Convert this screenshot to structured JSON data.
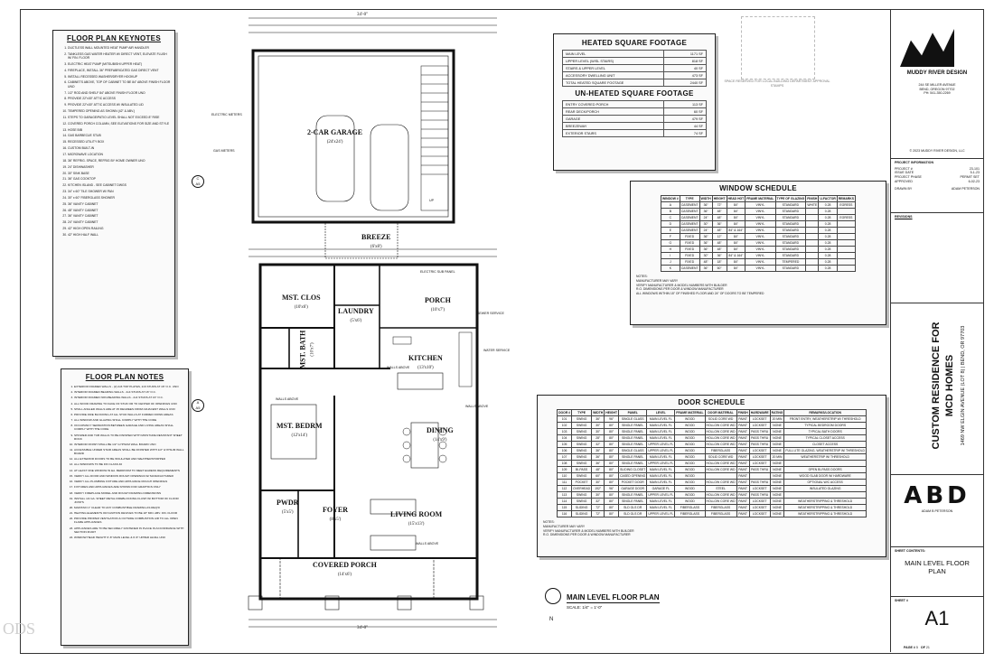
{
  "keynotes": {
    "title": "FLOOR PLAN KEYNOTES",
    "items": [
      "DUCTLESS WALL MOUNTED HEAT PUMP AIR HANDLER",
      "TANKLESS GAS WATER HEATER W/ DIRECT VENT, ELEVATE FLUSH W/ FIN. FLOOR",
      "ELECTRIC HEAT PUMP (MITSUBISHI UPPER HEAT)",
      "FIREPLACE, INSTALL 36\" PREFABRICATED GAS DIRECT VENT",
      "INSTALL RECESSED WASHER/DRYER HOOKUP",
      "CABINETS ABOVE, TOP OF CABINET TO BE 84\" ABOVE FINISH FLOOR UNO",
      "1/2\" ROD AND SHELF 84\" ABOVE FINISH FLOOR UNO",
      "PROVIDE 22\"x30\" ATTIC ACCESS",
      "PROVIDE 22\"x30\" ATTIC ACCESS W/ INSULATED LID",
      "TEMPERED OPENING AS SHOWN (42\" & ABV.)",
      "STEPS TO GARAGE/PATIO LEVEL SHALL NOT EXCEED 8\" RISE",
      "COVERED PORCH COLUMN, SEE ELEVATIONS FOR SIZE AND STYLE",
      "HOSE BIB",
      "GAS BARBECUE STUB",
      "RECESSED UTILITY BOX",
      "CUSTOM BUILT-IN",
      "MICROWAVE LOCATION",
      "36\" REFRIG. SPACE, REFRIG BY HOME OWNER UNO",
      "24\" DISHWASHER",
      "30\" SINK BASE",
      "36\" GAS COOKTOP",
      "KITCHEN ISLAND - SEE CABINET DWGS",
      "34\" x 60\" TILE SHOWER W/ PAN",
      "30\" x 60\" FIBERGLASS SHOWER",
      "36\" VANITY CABINET",
      "48\" VANITY CABINET",
      "36\" VANITY CABINET",
      "24\" VANITY CABINET",
      "42\" HIGH OPEN RAILING",
      "42\" HIGH HALF WALL"
    ]
  },
  "notes": {
    "title": "FLOOR PLAN NOTES",
    "items": [
      "EXTERIOR FRAMED WALLS - (2) 2x6 TOP PLATES, 2x6 STUDS AT 16\" O.C. UNO",
      "INTERIOR FRAMED BEARING WALLS - 2x4 STUDS AT 16\" O.C.",
      "INTERIOR FRAMED NON-BEARING WALLS - 2x4 STUDS AT 16\" O.C.",
      "ALL WOOD FRAMING TO FACE OF STUD OR TO CENTER OF OPENINGS UNO",
      "SHALL ANGLED WALLS ARE AT 45 DEGREES FROM ADJACENT WALLS UNO",
      "PROVIDE FIRE BLOCKING AT ALL STUD WALLS AT FURRED DOWN AREAS",
      "ALL WINDOW AND GLAZING SHALL COMPLY WITH THE CODE",
      "OCCUPANCY SEPARATION BETWEEN GARAGE AND LIVING AREAS SHALL COMPLY WITH THE CODE",
      "SHOWER AND TUB WALLS TO BE FINISHED WITH MOISTURE RESISTANT SHEET ROCK",
      "INTERIOR FINISH SHALL BE 1/2\" GYPSUM WALL BOARD UNO",
      "ACCESSIBLE UNDER STAIR AREAS SHALL BE FINISHED WITH 1/2\" GYPSUM WALL BOARD",
      "ALL EXTERIOR DOORS TO BE INSULATED AND WEATHERSTRIPPED",
      "ALL WINDOWS TO BE FIN CLASS 40",
      "AT LEAST ONE WINDOW IN EA. BEDROOM TO MEET EGRESS REQUIREMENTS",
      "VERIFY ALL DOOR AND WINDOW ROUGH OPENINGS W/ MANUFACTURER",
      "VERIFY ALL PLUMBING FIXTURE AND APPLIANCE ROUGH OPENINGS",
      "FIXTURES AND APPLIANCES ARE SHOWN FOR GRAPHICS ONLY",
      "VERIFY FIREPLACE MODEL AND ROUGH FRAMING DIMENSIONS",
      "INSTALL 1/2 GA. SHEET METAL FIREBLOCKING FLUSH W/ BOTTOM OF FLOOR JOISTS",
      "MAINTAIN 1\" CLEAR TO ANY COMBUSTIBLE FRAMING AS REQ'D",
      "HEATING ELEMENTS OR IGNITION DEVICES TO BE 18\" MIN. ABV. FIN. FLOOR",
      "PROVIDE PROPER VENTILATION & OUTSIDE COMBUSTION AIR TO ALL OPEN FLAME APPLIANCES",
      "APPLIANCES ARE TO BE SECURELY FASTENED IN PLACE IN ACCORDANCE WITH SECTION M1307",
      "WINDOW HEAD HEIGHT 6'-8\" MAIN LEVEL & 6'-8\" UPPER LEVEL UNO"
    ]
  },
  "sqft": {
    "heated_title": "HEATED SQUARE FOOTAGE",
    "heated": [
      [
        "MAIN LEVEL",
        "1171 SF"
      ],
      [
        "UPPER LEVEL (W/SL STAIRS)",
        "818 SF"
      ],
      [
        "STAIRS & UPPER LEVEL",
        "40 SF"
      ],
      [
        "ACCESSORY DWELLING UNIT",
        "473 SF"
      ],
      [
        "TOTAL HEATED SQUARE FOOTAGE",
        "2440 SF"
      ]
    ],
    "unheated_title": "UN-HEATED SQUARE FOOTAGE",
    "unheated": [
      [
        "ENTRY COVERED PORCH",
        "113 SF"
      ],
      [
        "REAR DECK/PORCH",
        "60 SF"
      ],
      [
        "GARAGE",
        "479 SF"
      ],
      [
        "BREEZEWAY",
        "44 SF"
      ],
      [
        "EXTERIOR STAIRS",
        "74 SF"
      ]
    ],
    "approval_note": "SPACE RESERVED FOR LOCAL BUILDING DEPARTMENT APPROVAL STAMPS"
  },
  "window_schedule": {
    "title": "WINDOW SCHEDULE",
    "headers": [
      "WINDOW #",
      "TYPE",
      "WIDTH",
      "HEIGHT",
      "HEAD HGT",
      "FRAME MATERIAL",
      "TYPE OF GLAZING",
      "FINISH",
      "U-FACTOR",
      "REMARKS"
    ],
    "rows": [
      [
        "A",
        "CASEMENT",
        "36\"",
        "72\"",
        "84\"",
        "VINYL",
        "STANDARD",
        "WHITE",
        "0.28",
        "EGRESS"
      ],
      [
        "B",
        "CASEMENT",
        "36\"",
        "48\"",
        "84\"",
        "VINYL",
        "STANDARD",
        "",
        "0.28",
        ""
      ],
      [
        "C",
        "CASEMENT",
        "24\"",
        "48\"",
        "84\"",
        "VINYL",
        "STANDARD",
        "",
        "0.28",
        "EGRESS"
      ],
      [
        "D",
        "CASEMENT",
        "30\"",
        "36\"",
        "84\"",
        "VINYL",
        "STANDARD",
        "",
        "0.28",
        ""
      ],
      [
        "E",
        "CASEMENT",
        "24\"",
        "48\"",
        "84\" & 164\"",
        "VINYL",
        "STANDARD",
        "",
        "0.28",
        ""
      ],
      [
        "F",
        "FIXED",
        "36\"",
        "12\"",
        "84\"",
        "VINYL",
        "STANDARD",
        "",
        "0.28",
        ""
      ],
      [
        "G",
        "FIXED",
        "36\"",
        "48\"",
        "84\"",
        "VINYL",
        "STANDARD",
        "",
        "0.28",
        ""
      ],
      [
        "H",
        "FIXED",
        "36\"",
        "48\"",
        "84\"",
        "VINYL",
        "STANDARD",
        "",
        "0.28",
        ""
      ],
      [
        "I",
        "FIXED",
        "30\"",
        "36\"",
        "84\" & 164\"",
        "VINYL",
        "STANDARD",
        "",
        "0.28",
        ""
      ],
      [
        "J",
        "FIXED",
        "48\"",
        "18\"",
        "84\"",
        "VINYL",
        "TEMPERED",
        "",
        "0.28",
        ""
      ],
      [
        "K",
        "CASEMENT",
        "36\"",
        "60\"",
        "84\"",
        "VINYL",
        "STANDARD",
        "",
        "0.28",
        ""
      ]
    ],
    "notes": [
      "NOTES:",
      "MANUFACTURER MAY VARY",
      "VERIFY MANUFACTURER & MODEL NUMBERS WITH BUILDER",
      "R.O. DIMENSIONS PER DOOR & WINDOW MANUFACTURER",
      "ALL WINDOWS WITHIN 18\" OF FINISHED FLOOR AND 24\" OF DOORS TO BE TEMPERED"
    ]
  },
  "door_schedule": {
    "title": "DOOR SCHEDULE",
    "headers": [
      "DOOR #",
      "TYPE",
      "WIDTH",
      "HEIGHT",
      "PANEL",
      "LEVEL",
      "FRAME MATERIAL",
      "DOOR MATERIAL",
      "FINISH",
      "HARDWARE",
      "RATING",
      "REMARKS/LOCATION"
    ],
    "rows": [
      [
        "101",
        "SWING",
        "36\"",
        "96\"",
        "SINGLE GLASS",
        "MAIN LEVEL FL",
        "WOOD",
        "SOLID CORE WD",
        "PAINT",
        "LOCKSET",
        "20 MIN",
        "FRONT ENTRY, WEATHERSTRIP W/ THRESHOLD"
      ],
      [
        "102",
        "SWING",
        "30\"",
        "80\"",
        "SINGLE PANEL",
        "MAIN LEVEL FL",
        "WOOD",
        "HOLLOW CORE WD",
        "PAINT",
        "LOCKSET",
        "NONE",
        "TYPICAL BEDROOM DOORS"
      ],
      [
        "103",
        "SWING",
        "30\"",
        "80\"",
        "SINGLE PANEL",
        "MAIN LEVEL FL",
        "WOOD",
        "HOLLOW CORE WD",
        "PAINT",
        "PASS THRU",
        "NONE",
        "TYPICAL BATH DOORS"
      ],
      [
        "104",
        "SWING",
        "28\"",
        "80\"",
        "SINGLE PANEL",
        "MAIN LEVEL FL",
        "WOOD",
        "HOLLOW CORE WD",
        "PAINT",
        "PASS THRU",
        "NONE",
        "TYPICAL CLOSET ACCESS"
      ],
      [
        "105",
        "SWING",
        "32\"",
        "80\"",
        "SINGLE PANEL",
        "UPPER LEVEL FL",
        "WOOD",
        "HOLLOW CORE WD",
        "PAINT",
        "PASS THRU",
        "NONE",
        "CLOSET ACCESS"
      ],
      [
        "106",
        "SWING",
        "36\"",
        "80\"",
        "SINGLE GLASS",
        "UPPER LEVEL FL",
        "WOOD",
        "FIBERGLASS",
        "PAINT",
        "LOCKSET",
        "NONE",
        "FULL LITE GLAZING, WEATHERSTRIP W/ THRESHOLD"
      ],
      [
        "107",
        "SWING",
        "36\"",
        "80\"",
        "SINGLE PANEL",
        "MAIN LEVEL FL",
        "WOOD",
        "SOLID CORE WD",
        "PAINT",
        "LOCKSET",
        "20 MIN",
        "WEATHERSTRIP W/ THRESHOLD"
      ],
      [
        "108",
        "SWING",
        "36\"",
        "80\"",
        "SINGLE PANEL",
        "UPPER LEVEL FL",
        "WOOD",
        "HOLLOW CORE WD",
        "PAINT",
        "LOCKSET",
        "NONE",
        ""
      ],
      [
        "109",
        "BI-PASS",
        "48\"",
        "80\"",
        "SLIDING CLOSET",
        "MAIN LEVEL FL",
        "WOOD",
        "HOLLOW CORE WD",
        "PAINT",
        "PASS THRU",
        "NONE",
        "OPEN BI-PASS DOORS"
      ],
      [
        "110",
        "SWING",
        "60\"",
        "80\"",
        "CASED OPENING",
        "MAIN LEVEL FL",
        "WOOD",
        "",
        "PAINT",
        "",
        "NONE",
        "WOOD SLAB DOOR W/ HARDWARE"
      ],
      [
        "111",
        "POCKET",
        "30\"",
        "80\"",
        "POCKET DOOR",
        "MAIN LEVEL FL",
        "WOOD",
        "HOLLOW CORE WD",
        "PAINT",
        "PASS THRU",
        "NONE",
        "OPTIONAL W/C ACCESS"
      ],
      [
        "112",
        "OVERHEAD",
        "192\"",
        "96\"",
        "GARAGE DOOR",
        "GARAGE FL",
        "WOOD",
        "STEEL",
        "PAINT",
        "LOCKSET",
        "NONE",
        "INSULATED GLAZING"
      ],
      [
        "113",
        "SWING",
        "30\"",
        "80\"",
        "SINGLE PANEL",
        "UPPER LEVEL FL",
        "WOOD",
        "HOLLOW CORE WD",
        "PAINT",
        "PASS THRU",
        "NONE",
        ""
      ],
      [
        "114",
        "SWING",
        "32\"",
        "80\"",
        "SINGLE PANEL",
        "MAIN LEVEL FL",
        "WOOD",
        "HOLLOW CORE WD",
        "PAINT",
        "LOCKSET",
        "NONE",
        "WEATHERSTRIPPING & THRESHOLD"
      ],
      [
        "115",
        "SLIDING",
        "72\"",
        "80\"",
        "SLD GLS DR",
        "MAIN LEVEL FL",
        "FIBERGLASS",
        "FIBERGLASS",
        "PAINT",
        "LOCKSET",
        "NONE",
        "WEATHERSTRIPPING & THRESHOLD"
      ],
      [
        "116",
        "SLIDING",
        "72\"",
        "80\"",
        "SLD GLS DR",
        "UPPER LEVEL FL",
        "FIBERGLASS",
        "FIBERGLASS",
        "PAINT",
        "LOCKSET",
        "NONE",
        "WEATHERSTRIPPING & THRESHOLD"
      ]
    ],
    "notes": [
      "NOTES:",
      "MANUFACTURER MAY VARY",
      "VERIFY MANUFACTURER & MODEL NUMBERS WITH BUILDER",
      "R.O. DIMENSIONS PER DOOR & WINDOW MANUFACTURER"
    ]
  },
  "plan": {
    "title": "MAIN LEVEL FLOOR PLAN",
    "scale": "SCALE: 1/4\" = 1'-0\"",
    "north": "N",
    "rooms": [
      {
        "name": "2-CAR GARAGE",
        "dim": "(24'x24')"
      },
      {
        "name": "BREEZE",
        "dim": "(6'x8')"
      },
      {
        "name": "MST. CLOS",
        "dim": "(10'x6')"
      },
      {
        "name": "LAUNDRY",
        "dim": "(5'x6')"
      },
      {
        "name": "PORCH",
        "dim": "(10'x7')"
      },
      {
        "name": "MST. BATH",
        "dim": "(10'x7')"
      },
      {
        "name": "KITCHEN",
        "dim": "(13'x10')"
      },
      {
        "name": "MST. BEDRM",
        "dim": "(12'x14')"
      },
      {
        "name": "DINING",
        "dim": "(14'x9')"
      },
      {
        "name": "PWDR",
        "dim": "(5'x5')"
      },
      {
        "name": "FOYER",
        "dim": "(8'x5')"
      },
      {
        "name": "LIVING ROOM",
        "dim": "(15'x13')"
      },
      {
        "name": "COVERED PORCH",
        "dim": "(14'x6')"
      }
    ],
    "top_dim": "34'-0\"",
    "bottom_dim": "34'-0\"",
    "callouts": [
      "GAS METERS",
      "ELECTRIC METERS",
      "WATER SERVICE",
      "SEWER SERVICE",
      "ELECTRIC SUB PANEL",
      "WALLS ABOVE",
      "WALLS ABOVE",
      "WALLS ABOVE",
      "WALLS ABOVE",
      "UP"
    ]
  },
  "title_block": {
    "firm": "MUDDY RIVER DESIGN",
    "address": [
      "244 SE MILLER AVENUE",
      "BEND, OREGON 97702",
      "PH: 541-350-2269"
    ],
    "copyright": "© 2023 MUDDY RIVER DESIGN, LLC",
    "project_info_title": "PROJECT INFORMATION",
    "project_info": [
      [
        "PROJECT #",
        "23-101"
      ],
      [
        "ISSUE DATE",
        "5-1-23"
      ],
      [
        "PROJECT PHASE",
        "PERMIT SET"
      ],
      [
        "APPROVED",
        "6-02-23"
      ]
    ],
    "drawn_by_label": "DRAWN BY",
    "drawn_by": "ADAM PETERSON",
    "revisions": "REVISIONS",
    "project_name_1": "CUSTOM RESIDENCE FOR",
    "project_name_2": "MCD HOMES",
    "project_address": "1469 NW ELGIN AVENUE (LOT 8)  |  BEND, OR  97703",
    "abd_logo": "ABD",
    "designer": "ADAM B PETERSON",
    "sheet_contents_label": "SHEET CONTENTS:",
    "sheet_contents": "MAIN LEVEL FLOOR PLAN",
    "sheet_label": "SHEET #",
    "sheet_number": "A1",
    "page_label": "PAGE #",
    "page": "5",
    "of_label": "OF",
    "of": "21"
  },
  "watermark": "ODS"
}
